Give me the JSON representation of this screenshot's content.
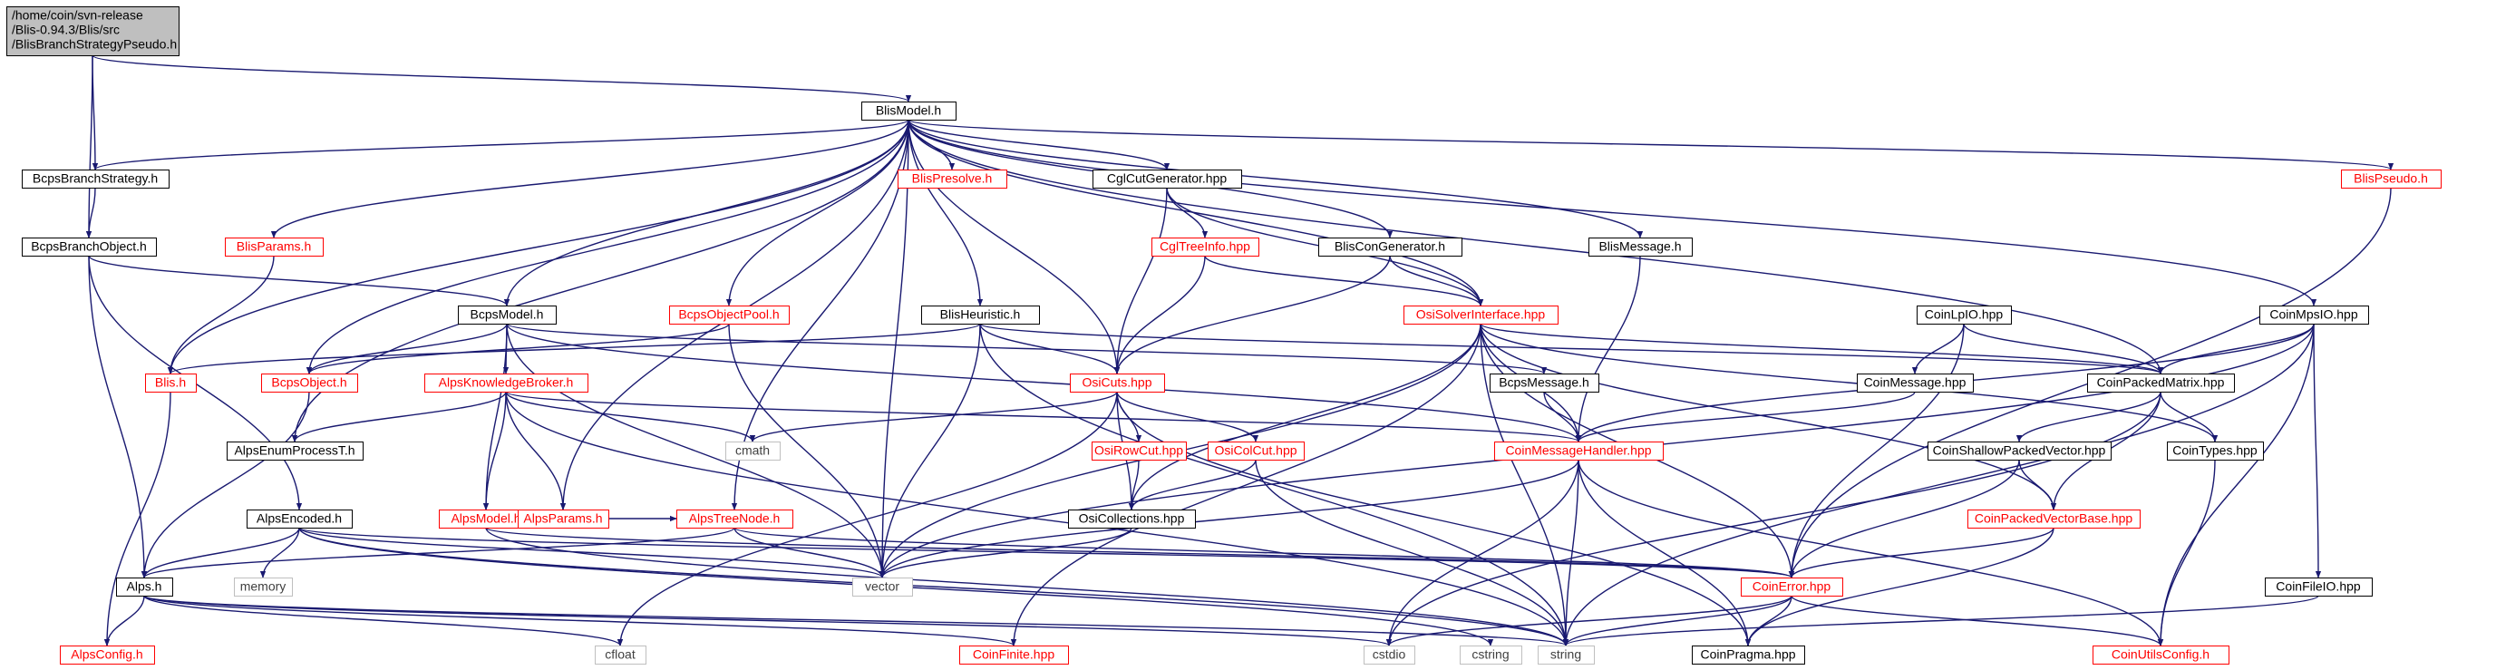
{
  "diagram": {
    "colors": {
      "edge": "#191970",
      "root_fill": "#bfbfbf",
      "root_border": "#000000",
      "node_fill": "#ffffff",
      "documented_border": "#000000",
      "documented_text": "#000000",
      "undocumented_border": "#ff0000",
      "undocumented_text": "#ff0000",
      "system_border": "#bfbfbf",
      "system_text": "#404040"
    },
    "nodes": [
      {
        "id": "root",
        "kind": "root",
        "lines": [
          "/home/coin/svn-release",
          "/Blis-0.94.3/Blis/src",
          "/BlisBranchStrategyPseudo.h"
        ]
      },
      {
        "id": "BlisModel",
        "kind": "doc",
        "lines": [
          "BlisModel.h"
        ]
      },
      {
        "id": "BcpsBranchStrategy",
        "kind": "doc",
        "lines": [
          "BcpsBranchStrategy.h"
        ]
      },
      {
        "id": "BcpsBranchObject",
        "kind": "doc",
        "lines": [
          "BcpsBranchObject.h"
        ]
      },
      {
        "id": "BlisParams",
        "kind": "undoc",
        "lines": [
          "BlisParams.h"
        ]
      },
      {
        "id": "BlisPresolve",
        "kind": "undoc",
        "lines": [
          "BlisPresolve.h"
        ]
      },
      {
        "id": "CglCutGenerator",
        "kind": "doc",
        "lines": [
          "CglCutGenerator.hpp"
        ]
      },
      {
        "id": "CglTreeInfo",
        "kind": "undoc",
        "lines": [
          "CglTreeInfo.hpp"
        ]
      },
      {
        "id": "BlisConGenerator",
        "kind": "doc",
        "lines": [
          "BlisConGenerator.h"
        ]
      },
      {
        "id": "BlisMessage",
        "kind": "doc",
        "lines": [
          "BlisMessage.h"
        ]
      },
      {
        "id": "BlisPseudo",
        "kind": "undoc",
        "lines": [
          "BlisPseudo.h"
        ]
      },
      {
        "id": "BcpsModel",
        "kind": "doc",
        "lines": [
          "BcpsModel.h"
        ]
      },
      {
        "id": "BcpsObjectPool",
        "kind": "undoc",
        "lines": [
          "BcpsObjectPool.h"
        ]
      },
      {
        "id": "BlisHeuristic",
        "kind": "doc",
        "lines": [
          "BlisHeuristic.h"
        ]
      },
      {
        "id": "OsiSolverInterface",
        "kind": "undoc",
        "lines": [
          "OsiSolverInterface.hpp"
        ]
      },
      {
        "id": "CoinLpIO",
        "kind": "doc",
        "lines": [
          "CoinLpIO.hpp"
        ]
      },
      {
        "id": "CoinMpsIO",
        "kind": "doc",
        "lines": [
          "CoinMpsIO.hpp"
        ]
      },
      {
        "id": "Blis",
        "kind": "undoc",
        "lines": [
          "Blis.h"
        ]
      },
      {
        "id": "BcpsObject",
        "kind": "undoc",
        "lines": [
          "BcpsObject.h"
        ]
      },
      {
        "id": "AlpsKnowledgeBroker",
        "kind": "undoc",
        "lines": [
          "AlpsKnowledgeBroker.h"
        ]
      },
      {
        "id": "OsiCuts",
        "kind": "undoc",
        "lines": [
          "OsiCuts.hpp"
        ]
      },
      {
        "id": "BcpsMessage",
        "kind": "doc",
        "lines": [
          "BcpsMessage.h"
        ]
      },
      {
        "id": "CoinMessage",
        "kind": "doc",
        "lines": [
          "CoinMessage.hpp"
        ]
      },
      {
        "id": "CoinPackedMatrix",
        "kind": "doc",
        "lines": [
          "CoinPackedMatrix.hpp"
        ]
      },
      {
        "id": "AlpsEnumProcessT",
        "kind": "doc",
        "lines": [
          "AlpsEnumProcessT.h"
        ]
      },
      {
        "id": "cmath",
        "kind": "sys",
        "lines": [
          "cmath"
        ]
      },
      {
        "id": "CoinMessageHandler",
        "kind": "undoc",
        "lines": [
          "CoinMessageHandler.hpp"
        ]
      },
      {
        "id": "CoinShallowPackedVector",
        "kind": "doc",
        "lines": [
          "CoinShallowPackedVector.hpp"
        ]
      },
      {
        "id": "CoinTypes",
        "kind": "doc",
        "lines": [
          "CoinTypes.hpp"
        ]
      },
      {
        "id": "AlpsModel",
        "kind": "undoc",
        "lines": [
          "AlpsModel.h"
        ]
      },
      {
        "id": "OsiRowCut",
        "kind": "undoc",
        "lines": [
          "OsiRowCut.hpp"
        ]
      },
      {
        "id": "OsiColCut",
        "kind": "undoc",
        "lines": [
          "OsiColCut.hpp"
        ]
      },
      {
        "id": "AlpsParams",
        "kind": "undoc",
        "lines": [
          "AlpsParams.h"
        ]
      },
      {
        "id": "AlpsTreeNode",
        "kind": "undoc",
        "lines": [
          "AlpsTreeNode.h"
        ]
      },
      {
        "id": "AlpsEncoded",
        "kind": "doc",
        "lines": [
          "AlpsEncoded.h"
        ]
      },
      {
        "id": "OsiCollections",
        "kind": "doc",
        "lines": [
          "OsiCollections.hpp"
        ]
      },
      {
        "id": "CoinPackedVectorBase",
        "kind": "undoc",
        "lines": [
          "CoinPackedVectorBase.hpp"
        ]
      },
      {
        "id": "memory",
        "kind": "sys",
        "lines": [
          "memory"
        ]
      },
      {
        "id": "Alps",
        "kind": "doc",
        "lines": [
          "Alps.h"
        ]
      },
      {
        "id": "vector",
        "kind": "sys",
        "lines": [
          "vector"
        ]
      },
      {
        "id": "CoinError",
        "kind": "undoc",
        "lines": [
          "CoinError.hpp"
        ]
      },
      {
        "id": "CoinFileIO",
        "kind": "doc",
        "lines": [
          "CoinFileIO.hpp"
        ]
      },
      {
        "id": "AlpsConfig",
        "kind": "undoc",
        "lines": [
          "AlpsConfig.h"
        ]
      },
      {
        "id": "cfloat",
        "kind": "sys",
        "lines": [
          "cfloat"
        ]
      },
      {
        "id": "CoinFinite",
        "kind": "undoc",
        "lines": [
          "CoinFinite.hpp"
        ]
      },
      {
        "id": "cstdio",
        "kind": "sys",
        "lines": [
          "cstdio"
        ]
      },
      {
        "id": "cstring",
        "kind": "sys",
        "lines": [
          "cstring"
        ]
      },
      {
        "id": "string",
        "kind": "sys",
        "lines": [
          "string"
        ]
      },
      {
        "id": "CoinPragma",
        "kind": "doc",
        "lines": [
          "CoinPragma.hpp"
        ]
      },
      {
        "id": "CoinUtilsConfig",
        "kind": "undoc",
        "lines": [
          "CoinUtilsConfig.h"
        ]
      }
    ],
    "edges": [
      [
        "root",
        "BlisModel"
      ],
      [
        "root",
        "BcpsBranchStrategy"
      ],
      [
        "root",
        "BcpsBranchObject"
      ],
      [
        "BlisModel",
        "BcpsBranchStrategy"
      ],
      [
        "BlisModel",
        "BlisParams"
      ],
      [
        "BlisModel",
        "BlisPresolve"
      ],
      [
        "BlisModel",
        "CglCutGenerator"
      ],
      [
        "BlisModel",
        "BlisConGenerator"
      ],
      [
        "BlisModel",
        "BlisMessage"
      ],
      [
        "BlisModel",
        "BlisPseudo"
      ],
      [
        "BlisModel",
        "BcpsModel"
      ],
      [
        "BlisModel",
        "BcpsObjectPool"
      ],
      [
        "BlisModel",
        "BlisHeuristic"
      ],
      [
        "BlisModel",
        "OsiSolverInterface"
      ],
      [
        "BlisModel",
        "CoinMpsIO"
      ],
      [
        "BlisModel",
        "Blis"
      ],
      [
        "BlisModel",
        "BcpsObject"
      ],
      [
        "BlisModel",
        "OsiCuts"
      ],
      [
        "BlisModel",
        "CoinPackedMatrix"
      ],
      [
        "BlisModel",
        "AlpsEnumProcessT"
      ],
      [
        "BlisModel",
        "AlpsParams"
      ],
      [
        "BlisModel",
        "AlpsTreeNode"
      ],
      [
        "BlisModel",
        "vector"
      ],
      [
        "BcpsBranchStrategy",
        "BcpsBranchObject"
      ],
      [
        "BcpsBranchObject",
        "BcpsModel"
      ],
      [
        "BcpsBranchObject",
        "AlpsEncoded"
      ],
      [
        "BcpsBranchObject",
        "Alps"
      ],
      [
        "BlisParams",
        "Blis"
      ],
      [
        "CglCutGenerator",
        "CglTreeInfo"
      ],
      [
        "CglCutGenerator",
        "OsiCuts"
      ],
      [
        "CglCutGenerator",
        "OsiSolverInterface"
      ],
      [
        "CglTreeInfo",
        "OsiCuts"
      ],
      [
        "CglTreeInfo",
        "OsiSolverInterface"
      ],
      [
        "BlisConGenerator",
        "OsiCuts"
      ],
      [
        "BlisConGenerator",
        "OsiSolverInterface"
      ],
      [
        "BlisMessage",
        "CoinMessageHandler"
      ],
      [
        "BlisPseudo",
        "CoinError"
      ],
      [
        "BcpsModel",
        "BcpsObject"
      ],
      [
        "BcpsModel",
        "AlpsKnowledgeBroker"
      ],
      [
        "BcpsModel",
        "AlpsModel"
      ],
      [
        "BcpsModel",
        "BcpsMessage"
      ],
      [
        "BcpsModel",
        "CoinMessageHandler"
      ],
      [
        "BcpsModel",
        "vector"
      ],
      [
        "BcpsObjectPool",
        "BcpsObject"
      ],
      [
        "BcpsObjectPool",
        "vector"
      ],
      [
        "BlisHeuristic",
        "Blis"
      ],
      [
        "BlisHeuristic",
        "OsiCuts"
      ],
      [
        "BlisHeuristic",
        "vector"
      ],
      [
        "BlisHeuristic",
        "string"
      ],
      [
        "BlisHeuristic",
        "CoinPackedMatrix"
      ],
      [
        "OsiSolverInterface",
        "CoinMessageHandler"
      ],
      [
        "OsiSolverInterface",
        "CoinPackedMatrix"
      ],
      [
        "OsiSolverInterface",
        "CoinTypes"
      ],
      [
        "OsiSolverInterface",
        "OsiCollections"
      ],
      [
        "OsiSolverInterface",
        "CoinPackedVectorBase"
      ],
      [
        "OsiSolverInterface",
        "vector"
      ],
      [
        "OsiSolverInterface",
        "CoinError"
      ],
      [
        "OsiSolverInterface",
        "CoinFinite"
      ],
      [
        "OsiSolverInterface",
        "string"
      ],
      [
        "CoinLpIO",
        "CoinMessage"
      ],
      [
        "CoinLpIO",
        "CoinPackedMatrix"
      ],
      [
        "CoinLpIO",
        "CoinError"
      ],
      [
        "CoinMpsIO",
        "CoinPackedMatrix"
      ],
      [
        "CoinMpsIO",
        "CoinMessageHandler"
      ],
      [
        "CoinMpsIO",
        "CoinFileIO"
      ],
      [
        "CoinMpsIO",
        "vector"
      ],
      [
        "CoinMpsIO",
        "string"
      ],
      [
        "CoinMpsIO",
        "CoinUtilsConfig"
      ],
      [
        "Blis",
        "AlpsConfig"
      ],
      [
        "BcpsObject",
        "Alps"
      ],
      [
        "AlpsKnowledgeBroker",
        "AlpsEnumProcessT"
      ],
      [
        "AlpsKnowledgeBroker",
        "AlpsModel"
      ],
      [
        "AlpsKnowledgeBroker",
        "AlpsParams"
      ],
      [
        "AlpsKnowledgeBroker",
        "cmath"
      ],
      [
        "AlpsKnowledgeBroker",
        "CoinMessageHandler"
      ],
      [
        "AlpsKnowledgeBroker",
        "string"
      ],
      [
        "OsiCuts",
        "cmath"
      ],
      [
        "OsiCuts",
        "OsiRowCut"
      ],
      [
        "OsiCuts",
        "OsiColCut"
      ],
      [
        "OsiCuts",
        "OsiCollections"
      ],
      [
        "OsiCuts",
        "CoinPragma"
      ],
      [
        "OsiCuts",
        "cfloat"
      ],
      [
        "BcpsMessage",
        "CoinMessageHandler"
      ],
      [
        "CoinMessage",
        "CoinMessageHandler"
      ],
      [
        "CoinPackedMatrix",
        "CoinShallowPackedVector"
      ],
      [
        "CoinPackedMatrix",
        "CoinTypes"
      ],
      [
        "CoinPackedMatrix",
        "CoinPackedVectorBase"
      ],
      [
        "CoinPackedMatrix",
        "cstdio"
      ],
      [
        "CoinMessageHandler",
        "vector"
      ],
      [
        "CoinMessageHandler",
        "cstdio"
      ],
      [
        "CoinMessageHandler",
        "string"
      ],
      [
        "CoinMessageHandler",
        "CoinPragma"
      ],
      [
        "CoinMessageHandler",
        "CoinUtilsConfig"
      ],
      [
        "CoinShallowPackedVector",
        "CoinPackedVectorBase"
      ],
      [
        "CoinShallowPackedVector",
        "CoinError"
      ],
      [
        "CoinTypes",
        "CoinUtilsConfig"
      ],
      [
        "AlpsModel",
        "AlpsParams"
      ],
      [
        "AlpsModel",
        "AlpsTreeNode"
      ],
      [
        "AlpsModel",
        "string"
      ],
      [
        "AlpsModel",
        "CoinError"
      ],
      [
        "OsiRowCut",
        "OsiCollections"
      ],
      [
        "OsiColCut",
        "OsiCollections"
      ],
      [
        "OsiColCut",
        "string"
      ],
      [
        "AlpsTreeNode",
        "Alps"
      ],
      [
        "AlpsTreeNode",
        "vector"
      ],
      [
        "AlpsTreeNode",
        "CoinError"
      ],
      [
        "AlpsEncoded",
        "Alps"
      ],
      [
        "AlpsEncoded",
        "memory"
      ],
      [
        "AlpsEncoded",
        "vector"
      ],
      [
        "AlpsEncoded",
        "string"
      ],
      [
        "AlpsEncoded",
        "CoinError"
      ],
      [
        "AlpsEncoded",
        "cstring"
      ],
      [
        "OsiCollections",
        "vector"
      ],
      [
        "CoinPackedVectorBase",
        "CoinError"
      ],
      [
        "CoinPackedVectorBase",
        "CoinPragma"
      ],
      [
        "Alps",
        "AlpsConfig"
      ],
      [
        "Alps",
        "cfloat"
      ],
      [
        "Alps",
        "CoinFinite"
      ],
      [
        "Alps",
        "cstdio"
      ],
      [
        "Alps",
        "string"
      ],
      [
        "CoinError",
        "string"
      ],
      [
        "CoinError",
        "CoinPragma"
      ],
      [
        "CoinError",
        "CoinUtilsConfig"
      ],
      [
        "CoinError",
        "cstdio"
      ],
      [
        "CoinFileIO",
        "string"
      ]
    ]
  }
}
